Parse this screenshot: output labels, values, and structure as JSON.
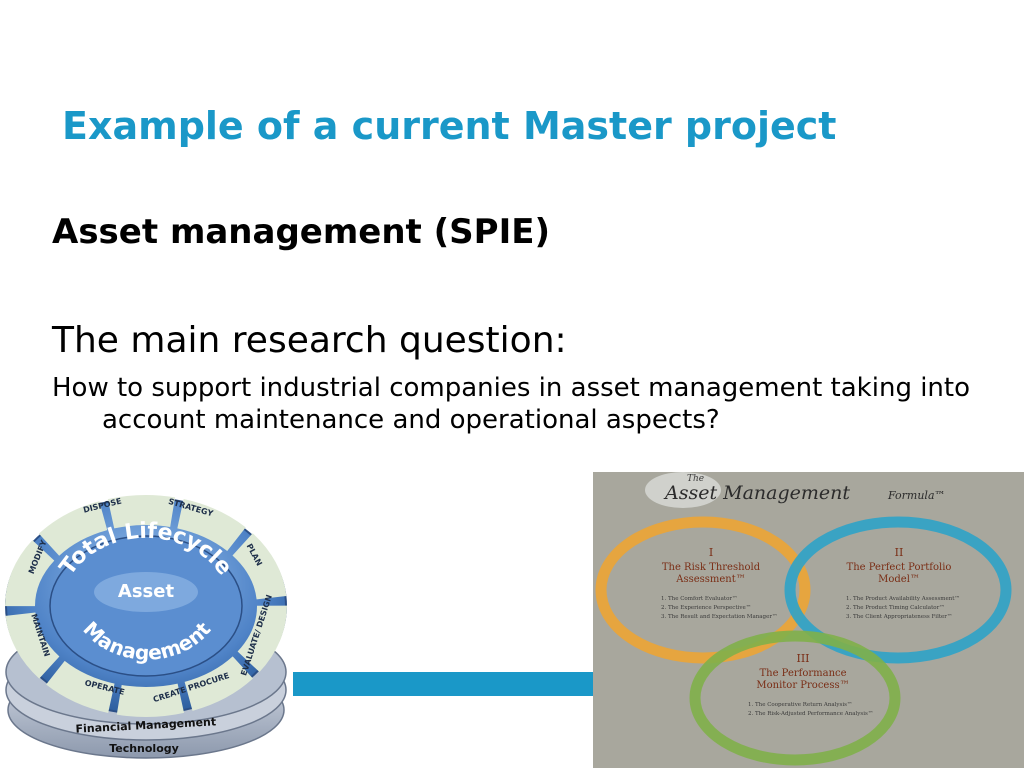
{
  "slide": {
    "title": "Example of a current Master project",
    "subtitle": "Asset management (SPIE)",
    "question_heading": "The main research question:",
    "question_text": "How to support industrial companies in asset management taking into account maintenance  and operational aspects?"
  },
  "lifecycle_graphic": {
    "ring_text": "Total Lifecycle",
    "center_top": "Asset",
    "center_bottom": "Management",
    "segments": [
      "DISPOSE",
      "STRATEGY",
      "PLAN",
      "EVALUATE/ DESIGN",
      "CREATE PROCURE",
      "OPERATE",
      "MAINTAIN",
      "MODIFY"
    ],
    "base_layers": [
      "Financial Management",
      "Technology"
    ]
  },
  "formula_graphic": {
    "the": "The",
    "title": "Asset Management",
    "formula": "Formula™",
    "circles": [
      {
        "numeral": "I",
        "heading_line1": "The Risk Threshold",
        "heading_line2": "Assessment™",
        "items": [
          "1. The Comfort Evaluator™",
          "2. The Experience Perspective™",
          "3. The Result and Expectation Manager™"
        ],
        "color": "#e9a43a"
      },
      {
        "numeral": "II",
        "heading_line1": "The Perfect Portfolio",
        "heading_line2": "Model™",
        "items": [
          "1. The Product Availability Assessment™",
          "2. The Product Timing Calculator™",
          "3. The Client Appropriateness Filter™"
        ],
        "color": "#2ea3c8"
      },
      {
        "numeral": "III",
        "heading_line1": "The Performance",
        "heading_line2": "Monitor Process™",
        "items": [
          "1. The Cooperative Return Analysis™",
          "2. The Risk-Adjusted Performance Analysis™"
        ],
        "color": "#7fb04a"
      }
    ]
  },
  "colors": {
    "title": "#1a98c8",
    "accent_bar": "#1a98c8",
    "formula_bg": "#a8a79d",
    "lifecycle_blue": "#5a8fd0"
  }
}
